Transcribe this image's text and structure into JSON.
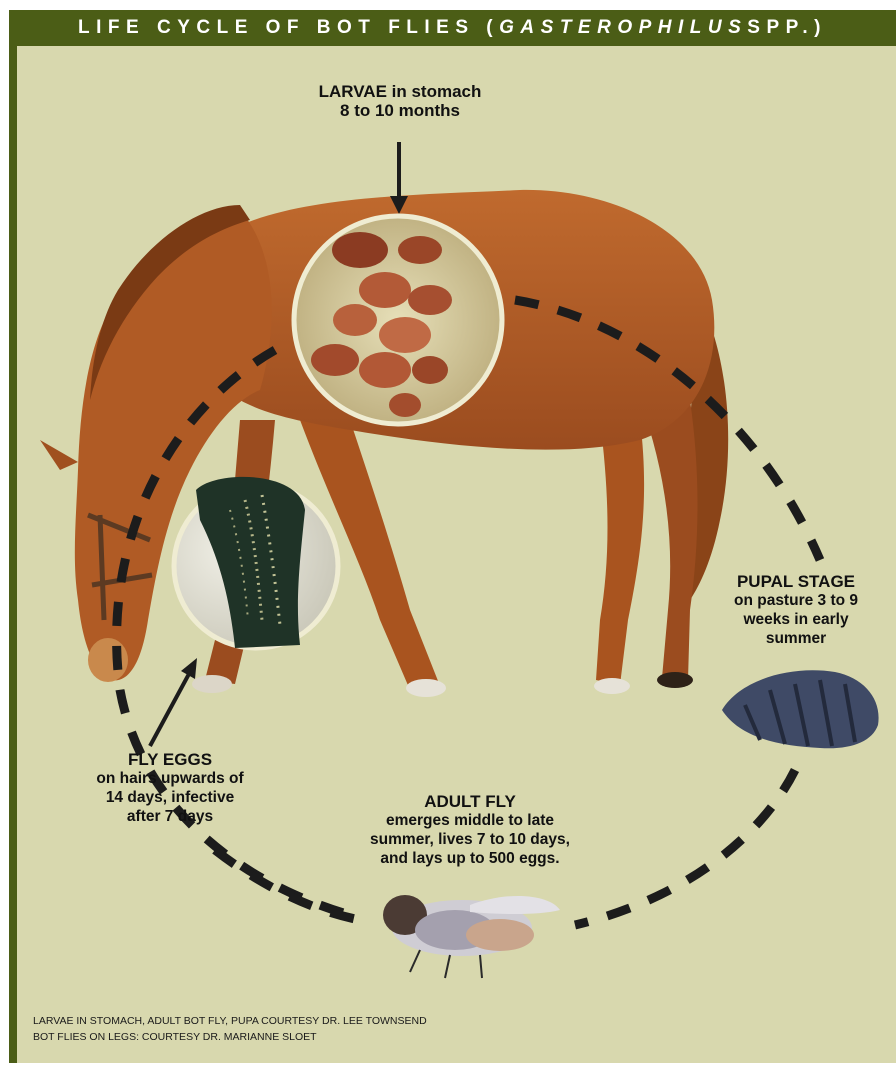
{
  "header": {
    "title_prefix": "LIFE CYCLE OF BOT FLIES (",
    "title_italic": "GASTEROPHILUS",
    "title_suffix": " SPP.)"
  },
  "stages": {
    "larvae": {
      "title": "LARVAE in stomach",
      "detail": "8 to 10 months"
    },
    "pupal": {
      "line1": "PUPAL STAGE",
      "line2": "on pasture 3 to 9",
      "line3": "weeks in early",
      "line4": "summer"
    },
    "adult": {
      "line1": "ADULT FLY",
      "line2": "emerges middle to late",
      "line3": "summer, lives 7 to 10 days,",
      "line4": "and lays up to 500 eggs."
    },
    "eggs": {
      "line1": "FLY EGGS",
      "line2": "on hairs upwards of",
      "line3": "14 days, infective",
      "line4": "after 7 days"
    }
  },
  "credits": {
    "line1": "LARVAE IN STOMACH, ADULT BOT FLY, PUPA COURTESY DR. LEE TOWNSEND",
    "line2": "BOT FLIES ON LEGS: COURTESY DR. MARIANNE SLOET"
  },
  "colors": {
    "frame": "#4b5d16",
    "panel": "#d8d8ae",
    "horse": "#b5612a",
    "dash": "#1c1c1c"
  },
  "icons": [
    "horse-illustration",
    "larvae-photo",
    "eggs-on-leg-photo",
    "pupa-photo",
    "adult-fly-photo"
  ]
}
